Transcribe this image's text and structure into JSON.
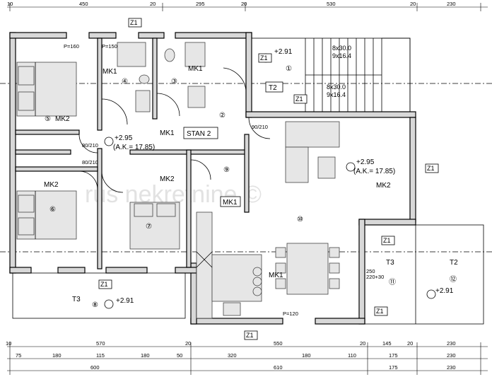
{
  "watermark": "rus nekretnine ©",
  "dims": {
    "top": [
      "10",
      "450",
      "20",
      "295",
      "20",
      "530",
      "20",
      "230"
    ],
    "bottom_a": [
      "10",
      "570",
      "20",
      "550",
      "20",
      "145",
      "20",
      "230"
    ],
    "bottom_b": [
      "75",
      "180",
      "115",
      "180",
      "50",
      "320",
      "180",
      "110",
      "175",
      "230"
    ],
    "bottom_c": [
      "600",
      "610",
      "175",
      "230"
    ]
  },
  "labels": {
    "stair_a": "8x30.0",
    "stair_b": "9x16.4",
    "stair_c": "8x30.0",
    "stair_d": "9x16.4",
    "room_1": "①",
    "room_2": "②",
    "room_3": "③",
    "room_4": "④",
    "room_5": "⑤",
    "room_6": "⑥",
    "room_7": "⑦",
    "room_8": "⑧",
    "room_9": "⑨",
    "room_10": "⑩",
    "room_11": "⑪",
    "room_12": "⑫",
    "mk1": "MK1",
    "mk2": "MK2",
    "unit": "STAN 2",
    "t2": "T2",
    "t3": "T3",
    "z1": "Z1"
  },
  "levels": {
    "hall": "+2.95",
    "living": "+2.95",
    "stair": "+2.91",
    "terrace_left": "+2.91",
    "terrace_right": "+2.91",
    "ak": "(A.K.= 17.85)"
  },
  "doors": {
    "d80": "80/210",
    "d90": "90/210",
    "p160": "P=160",
    "p150": "P=150",
    "p120": "P=120",
    "d250": "250",
    "d220": "220+30"
  }
}
